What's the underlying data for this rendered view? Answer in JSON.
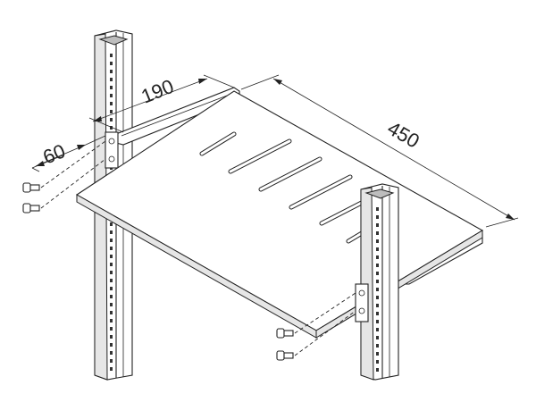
{
  "diagram": {
    "dimensions": {
      "depth_label": "450",
      "bracket_label": "190",
      "offset_label": "60"
    }
  }
}
